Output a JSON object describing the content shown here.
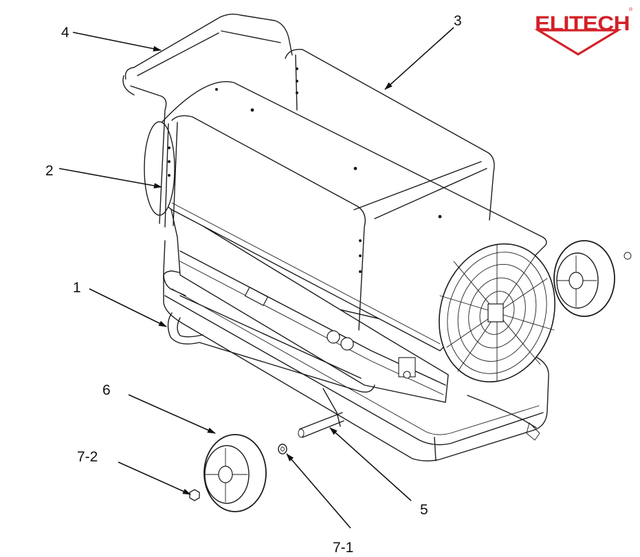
{
  "brand": {
    "name": "ELITECH",
    "registered": "®",
    "color": "#d42027"
  },
  "callouts": [
    {
      "id": "c1",
      "label": "1"
    },
    {
      "id": "c2",
      "label": "2"
    },
    {
      "id": "c3",
      "label": "3"
    },
    {
      "id": "c4",
      "label": "4"
    },
    {
      "id": "c5",
      "label": "5"
    },
    {
      "id": "c6",
      "label": "6"
    },
    {
      "id": "c7-1",
      "label": "7-1"
    },
    {
      "id": "c7-2",
      "label": "7-2"
    }
  ],
  "icons": [
    "elitech-logo-icon",
    "arrowhead-icon"
  ]
}
